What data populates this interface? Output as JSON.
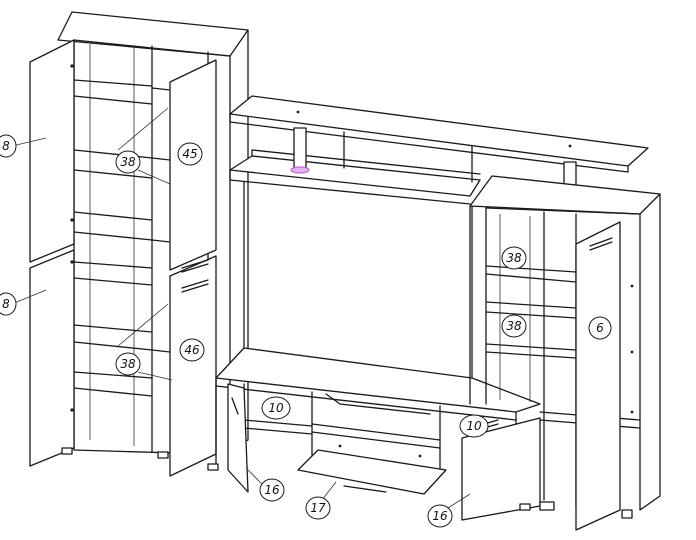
{
  "labels": {
    "c1": "8",
    "c2": "8",
    "c3": "38",
    "c4": "45",
    "c5": "38",
    "c6": "46",
    "c7": "38",
    "c8": "38",
    "c9": "6",
    "c10": "10",
    "c11": "10",
    "c12": "16",
    "c13": "17",
    "c14": "16"
  },
  "colors": {
    "line": "#1a1a1a",
    "post_accent": "#c86ad8"
  }
}
